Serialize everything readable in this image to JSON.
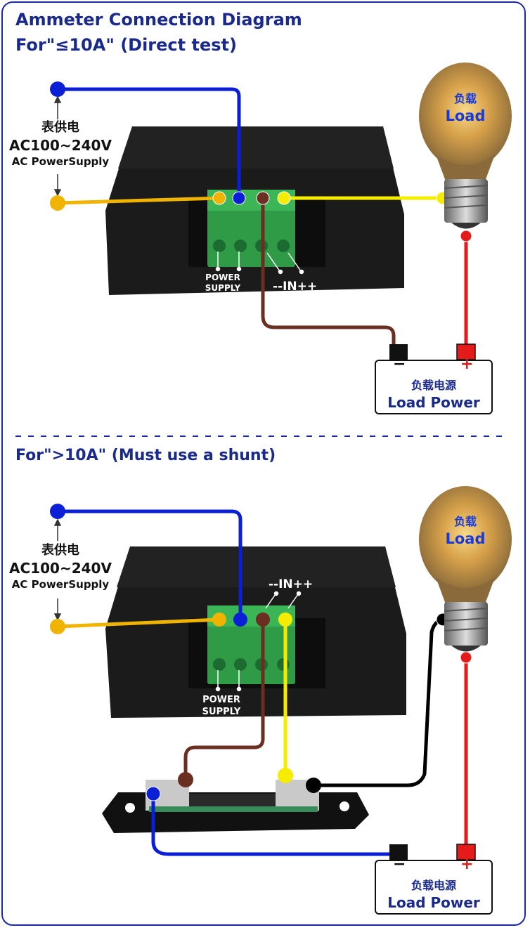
{
  "sections": {
    "direct": {
      "title": "Ammeter Connection Diagram",
      "subtitle": "For\"≤10A\" (Direct test)",
      "supply_cn": "表供电",
      "supply_voltage": "AC100~240V",
      "supply_en": "AC PowerSupply",
      "power_supply_line1": "POWER",
      "power_supply_line2": "SUPPLY",
      "in_label": "--IN++",
      "load_cn": "负载",
      "load_en": "Load",
      "battery_cn": "负载电源",
      "battery_en": "Load Power",
      "minus": "−",
      "plus": "+"
    },
    "shunt": {
      "title": "For\">10A\" (Must use a shunt)",
      "supply_cn": "表供电",
      "supply_voltage": "AC100~240V",
      "supply_en": "AC PowerSupply",
      "power_supply_line1": "POWER",
      "power_supply_line2": "SUPPLY",
      "in_label": "--IN++",
      "load_cn": "负载",
      "load_en": "Load",
      "battery_cn": "负载电源",
      "battery_en": "Load Power",
      "minus": "−",
      "plus": "+"
    }
  },
  "colors": {
    "blue_wire": "#0a1fd6",
    "orange_wire": "#f0b400",
    "brown_wire": "#6b2f22",
    "yellow_wire": "#f5ec00",
    "red_wire": "#e51b1b",
    "black_wire": "#000000",
    "title": "#1a2a8c"
  }
}
